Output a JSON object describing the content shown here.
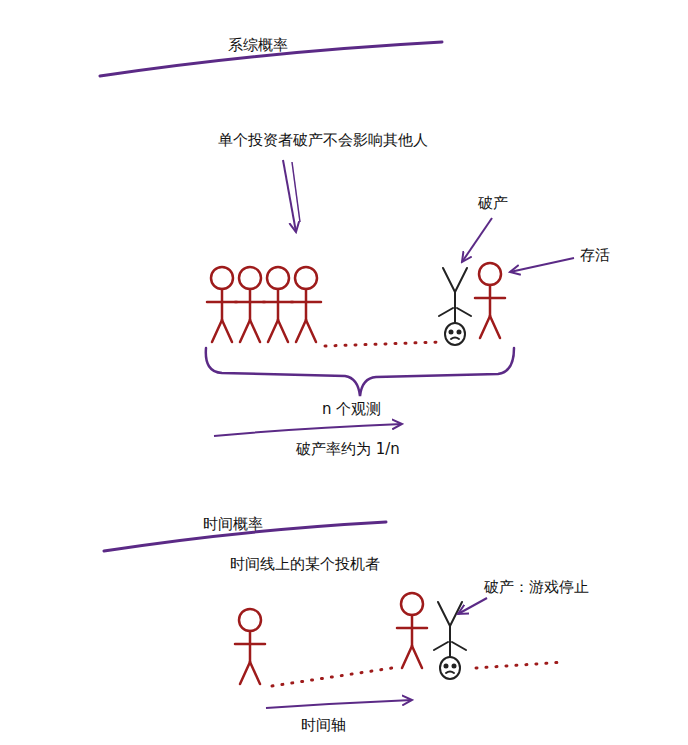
{
  "diagram": {
    "labels": [
      "系综概率",
      "单个投资者破产不会影响其他人",
      "破产",
      "存活",
      "n 个观测",
      "破产率约为 1/n",
      "时间概率",
      "时间线上的某个投机者",
      "破产：游戏停止",
      "时间轴"
    ]
  }
}
